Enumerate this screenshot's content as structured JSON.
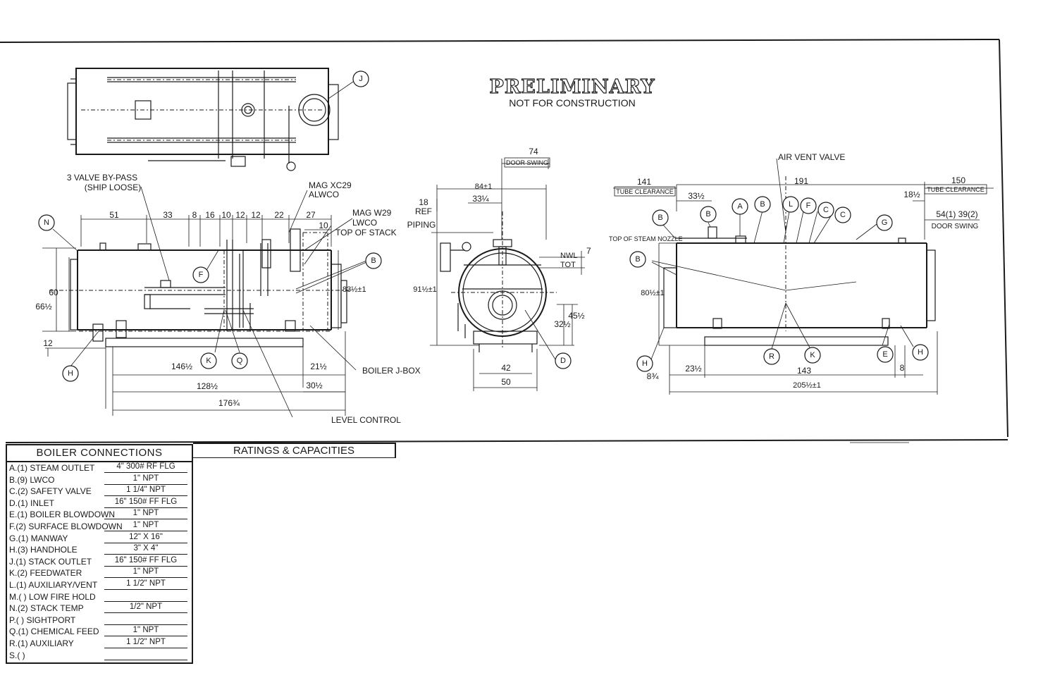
{
  "header": {
    "title": "PRELIMINARY",
    "subtitle": "NOT FOR CONSTRUCTION"
  },
  "side_view": {
    "callouts": {
      "bypass_line1": "3 VALVE BY-PASS",
      "bypass_line2": "(SHIP LOOSE)",
      "mag_xc29": "MAG XC29",
      "alwco": "ALWCO",
      "mag_w29": "MAG W29",
      "lwco": "LWCO",
      "top_of_stack": "TOP OF STACK",
      "boiler_jbox": "BOILER J-BOX",
      "level_control": "LEVEL CONTROL"
    },
    "dims": {
      "d51": "51",
      "d33": "33",
      "d8": "8",
      "d16": "16",
      "d10": "10",
      "d12a": "12",
      "d12b": "12",
      "d22": "22",
      "d27": "27",
      "d10b": "10",
      "d60": "60",
      "d66": "66½",
      "d12c": "12",
      "d83": "83½±1",
      "d146": "146½",
      "d128": "128½",
      "d176": "176¾",
      "d21": "21½",
      "d30": "30½"
    },
    "bubbles": {
      "n": "N",
      "h": "H",
      "k": "K",
      "q": "Q",
      "f": "F",
      "b": "B",
      "j": "J"
    }
  },
  "front_view": {
    "labels": {
      "door_swing": "DOOR SWING",
      "ref_line1": "REF",
      "ref_line2": "PIPING",
      "nwl": "NWL",
      "tot": "TOT"
    },
    "dims": {
      "d74": "74",
      "d84": "84±1",
      "d33": "33¼",
      "d18": "18",
      "d91": "91½±1",
      "d7": "7",
      "d45": "45½",
      "d32": "32½",
      "d42": "42",
      "d50": "50"
    },
    "bubbles": {
      "d": "D"
    }
  },
  "rear_view": {
    "labels": {
      "air_vent": "AIR VENT VALVE",
      "tube_clear_l": "TUBE CLEARANCE",
      "tube_clear_r": "TUBE CLEARANCE",
      "steam_nozzle": "TOP OF STEAM NOZZLE",
      "door_swing": "DOOR SWING"
    },
    "dims": {
      "d141": "141",
      "d191": "191",
      "d150": "150",
      "d33": "33½",
      "d18": "18½",
      "d54": "54(1) 39(2)",
      "d80": "80½±1",
      "d23": "23½",
      "d143": "143",
      "d205": "205½±1",
      "d8": "8¾",
      "d8b": "8"
    },
    "bubbles": {
      "b1": "B",
      "b2": "B",
      "a": "A",
      "b3": "B",
      "l": "L",
      "f": "F",
      "c1": "C",
      "c2": "C",
      "g": "G",
      "b4": "B",
      "h1": "H",
      "r": "R",
      "k": "K",
      "e": "E",
      "h2": "H"
    }
  },
  "connections": {
    "title": "BOILER CONNECTIONS",
    "rows": [
      {
        "label": "A.(1) STEAM OUTLET",
        "value": "4\" 300# RF FLG"
      },
      {
        "label": "B.(9) LWCO",
        "value": "1\" NPT"
      },
      {
        "label": "C.(2) SAFETY VALVE",
        "value": "1 1/4\" NPT"
      },
      {
        "label": "D.(1) INLET",
        "value": "16\" 150# FF FLG"
      },
      {
        "label": "E.(1) BOILER BLOWDOWN",
        "value": "1\" NPT"
      },
      {
        "label": "F.(2) SURFACE BLOWDOWN",
        "value": "1\" NPT"
      },
      {
        "label": "G.(1) MANWAY",
        "value": "12\" X 16\""
      },
      {
        "label": "H.(3) HANDHOLE",
        "value": "3\" X 4\""
      },
      {
        "label": "J.(1) STACK OUTLET",
        "value": "16\" 150# FF FLG"
      },
      {
        "label": "K.(2) FEEDWATER",
        "value": "1\" NPT"
      },
      {
        "label": "L.(1) AUXILIARY/VENT",
        "value": "1 1/2\" NPT"
      },
      {
        "label": "M.( ) LOW FIRE HOLD",
        "value": ""
      },
      {
        "label": "N.(2) STACK TEMP",
        "value": "1/2\" NPT"
      },
      {
        "label": "P.( ) SIGHTPORT",
        "value": ""
      },
      {
        "label": "Q.(1) CHEMICAL FEED",
        "value": "1\" NPT"
      },
      {
        "label": "R.(1) AUXILIARY",
        "value": "1 1/2\" NPT"
      },
      {
        "label": "S.( )",
        "value": ""
      }
    ]
  },
  "ratings": {
    "title": "RATINGS & CAPACITIES"
  }
}
